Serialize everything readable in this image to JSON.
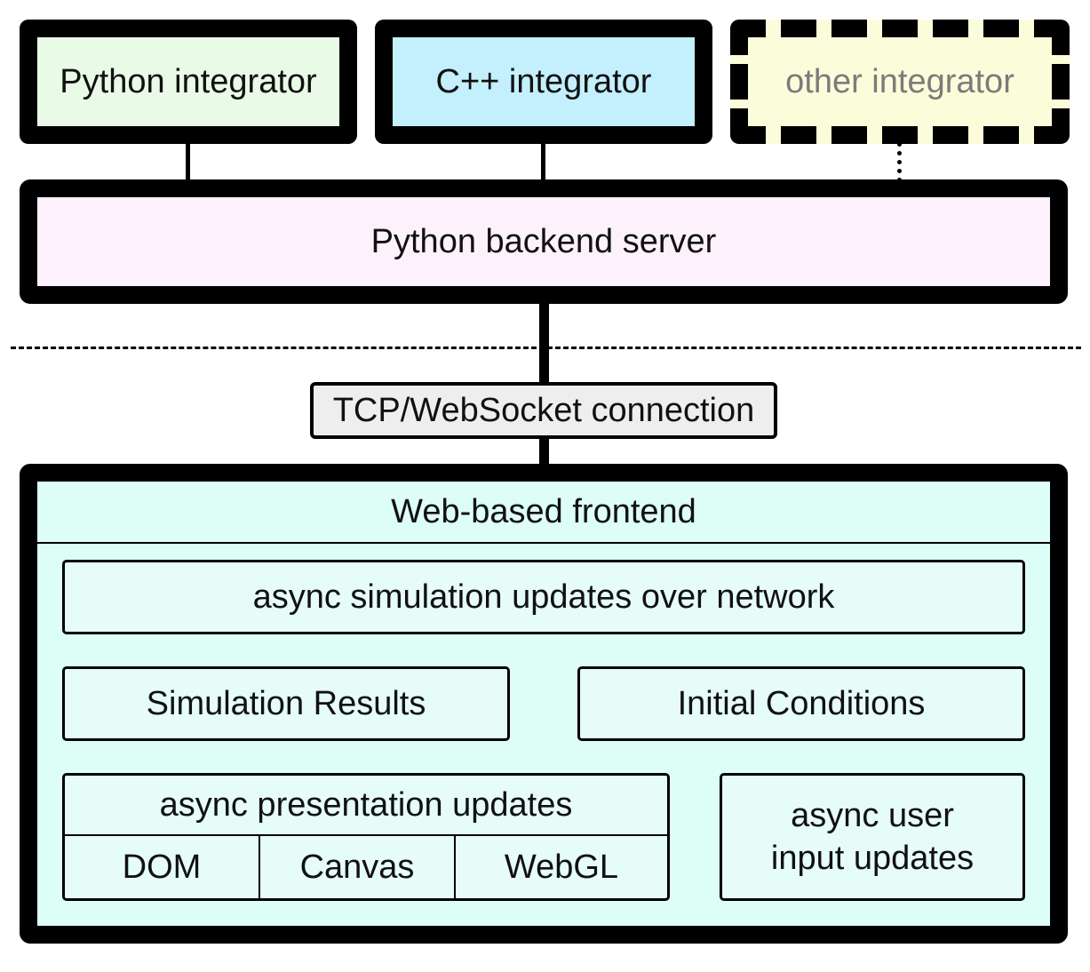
{
  "integrators": {
    "python": "Python integrator",
    "cpp": "C++ integrator",
    "other": "other integrator"
  },
  "backend": "Python backend server",
  "connection": "TCP/WebSocket connection",
  "frontend": {
    "title": "Web-based frontend",
    "network_updates": "async simulation updates over network",
    "simulation_results": "Simulation Results",
    "initial_conditions": "Initial Conditions",
    "presentation": {
      "title": "async presentation updates",
      "cells": [
        "DOM",
        "Canvas",
        "WebGL"
      ]
    },
    "user_input": {
      "line1": "async user",
      "line2": "input updates"
    }
  },
  "colors": {
    "python_integrator": "#e9fbe7",
    "cpp_integrator": "#c4effd",
    "other_integrator": "#fbfcd9",
    "backend": "#fdf2fb",
    "connection": "#eeeeee",
    "frontend": "#ddfdf7"
  }
}
